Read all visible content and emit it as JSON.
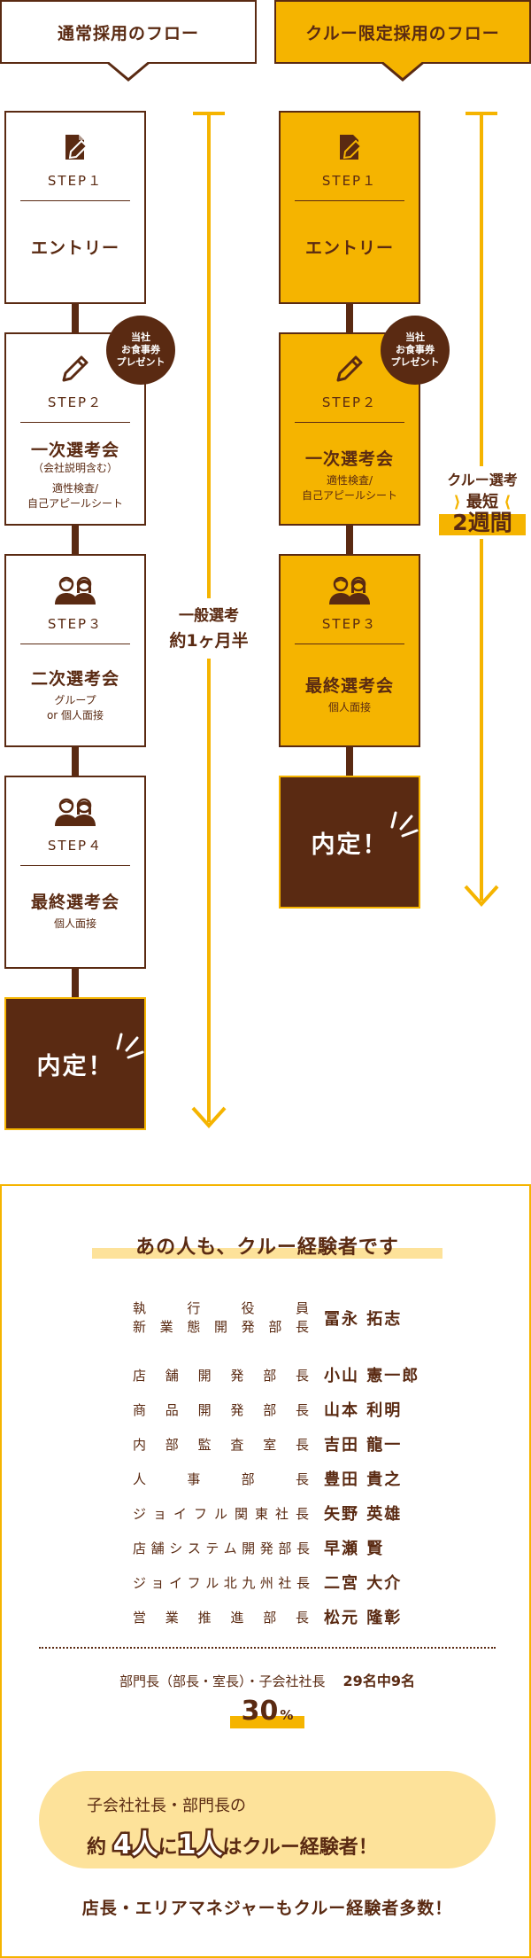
{
  "left": {
    "header": "通常採用のフロー",
    "steps": [
      {
        "step": "STEP１",
        "title": "エントリー",
        "sub1": "",
        "sub2": ""
      },
      {
        "step": "STEP２",
        "title": "一次選考会",
        "sub1": "（会社説明含む）",
        "sub2": "適性検査/",
        "sub3": "自己アピールシート"
      },
      {
        "step": "STEP３",
        "title": "二次選考会",
        "sub1": "グループ",
        "sub2": "or 個人面接"
      },
      {
        "step": "STEP４",
        "title": "最終選考会",
        "sub1": "個人面接"
      }
    ],
    "offer": "内定",
    "badge": [
      "当社",
      "お食事券",
      "プレゼント"
    ],
    "duration": [
      "一般選考",
      "約1ヶ月半"
    ]
  },
  "right": {
    "header": "クルー限定採用のフロー",
    "steps": [
      {
        "step": "STEP１",
        "title": "エントリー"
      },
      {
        "step": "STEP２",
        "title": "一次選考会",
        "sub1": "適性検査/",
        "sub2": "自己アピールシート"
      },
      {
        "step": "STEP３",
        "title": "最終選考会",
        "sub1": "個人面接"
      }
    ],
    "offer": "内定",
    "badge": [
      "当社",
      "お食事券",
      "プレゼント"
    ],
    "duration": [
      "クルー選考",
      "最短",
      "2週間"
    ]
  },
  "panel": {
    "title": "あの人も、クルー経験者です",
    "people": [
      {
        "role1": "執 行 役 員",
        "role2": "新業態開発部長",
        "name": "冨永 拓志"
      },
      {
        "role1": "店舗開発部長",
        "name": "小山 憲一郎"
      },
      {
        "role1": "商品開発部長",
        "name": "山本 利明"
      },
      {
        "role1": "内部監査室長",
        "name": "吉田 龍一"
      },
      {
        "role1": "人 事 部 長",
        "name": "豊田 貴之"
      },
      {
        "role1": "ジョイフル関東社長",
        "name": "矢野 英雄"
      },
      {
        "role1": "店舗システム開発部長",
        "name": "早瀬 賢"
      },
      {
        "role1": "ジョイフル北九州社長",
        "name": "二宮 大介"
      },
      {
        "role1": "営業推進部長",
        "name": "松元 隆彰"
      }
    ],
    "stat_label": "部門長（部長・室長）・子会社社長",
    "stat_value": "29名中9名",
    "percent": "30",
    "percent_unit": "%",
    "pill_line1": "子会社社長・部門長の",
    "pill_pre": "約",
    "pill_hl1": "4人",
    "pill_mid": "に",
    "pill_hl2": "1人",
    "pill_post": "はクルー経験者！",
    "footer": "店長・エリアマネジャーもクルー経験者多数！"
  },
  "colors": {
    "brown": "#5a2a12",
    "yellow": "#f5b400",
    "light_yellow": "#fde29a"
  }
}
